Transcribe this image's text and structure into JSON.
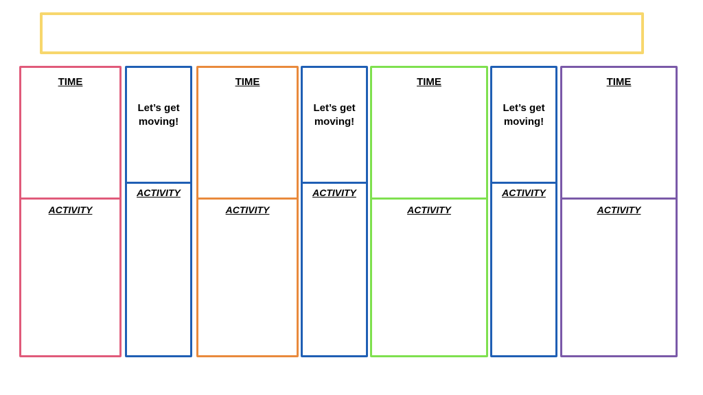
{
  "title_text": "",
  "colors": {
    "title_border": "#f7d76d",
    "pink": "#e05a7a",
    "blue": "#1f5fb4",
    "orange": "#e98a3c",
    "green": "#7fe04f",
    "purple": "#7a59a8"
  },
  "columns": [
    {
      "kind": "time",
      "top_label": "TIME",
      "bottom_label": "ACTIVITY",
      "color": "#e05a7a"
    },
    {
      "kind": "move",
      "top_label": "Let’s get moving!",
      "bottom_label": "ACTIVITY",
      "color": "#1f5fb4"
    },
    {
      "kind": "time",
      "top_label": "TIME",
      "bottom_label": "ACTIVITY",
      "color": "#e98a3c"
    },
    {
      "kind": "move",
      "top_label": "Let’s get moving!",
      "bottom_label": "ACTIVITY",
      "color": "#1f5fb4"
    },
    {
      "kind": "time",
      "top_label": "TIME",
      "bottom_label": "ACTIVITY",
      "color": "#7fe04f"
    },
    {
      "kind": "move",
      "top_label": "Let’s get moving!",
      "bottom_label": "ACTIVITY",
      "color": "#1f5fb4"
    },
    {
      "kind": "time",
      "top_label": "TIME",
      "bottom_label": "ACTIVITY",
      "color": "#7a59a8"
    }
  ]
}
